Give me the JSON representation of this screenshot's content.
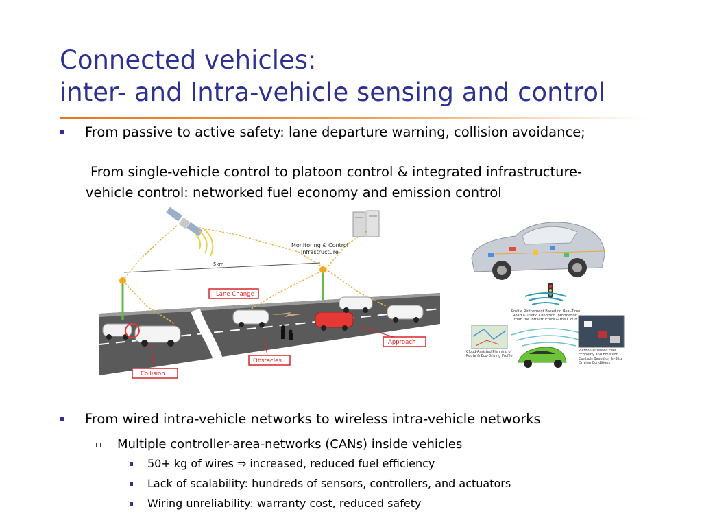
{
  "title": {
    "line1": "Connected vehicles:",
    "line2": "inter- and Intra-vehicle sensing and control"
  },
  "bullets": {
    "passive_active": "From passive to active safety: lane departure warning, collision avoidance;",
    "platoon_line1": "From single-vehicle control to platoon control & integrated infrastructure-",
    "platoon_line2": "vehicle control: networked fuel economy and emission control",
    "wired_wireless": "From wired intra-vehicle networks to wireless intra-vehicle networks",
    "cans": "Multiple controller-area-networks (CANs) inside vehicles",
    "wires": "50+ kg of wires ⇒ increased, reduced fuel efficiency",
    "scalability": "Lack of scalability: hundreds of sensors, controllers, and actuators",
    "unreliability": "Wiring unreliability: warranty cost, reduced safety"
  },
  "road_diagram": {
    "infrastructure_label_1": "Monitoring & Control",
    "infrastructure_label_2": "Infrastructure",
    "distance_label": "5km",
    "lane_change": "Lane Change",
    "approach": "Approach",
    "obstacles": "Obstacles",
    "collision": "Collision"
  },
  "cloud_diagram": {
    "profile_1": "Profile Refinement Based on Real-Time",
    "profile_2": "Road & Traffic Condition Information",
    "profile_3": "from the Infrastructure & the Cloud",
    "cloud_1": "Cloud-Assisted Planning of",
    "cloud_2": "Route & Eco-Driving Profile",
    "platoon_1": "Platoon-Oriented Fuel",
    "platoon_2": "Economy and Emission",
    "platoon_3": "Controls Based on In-Situ",
    "platoon_4": "Driving Conditions"
  },
  "colors": {
    "title": "#2e3192",
    "accent_rule": "#e8741e",
    "label_red": "#d9262a"
  }
}
